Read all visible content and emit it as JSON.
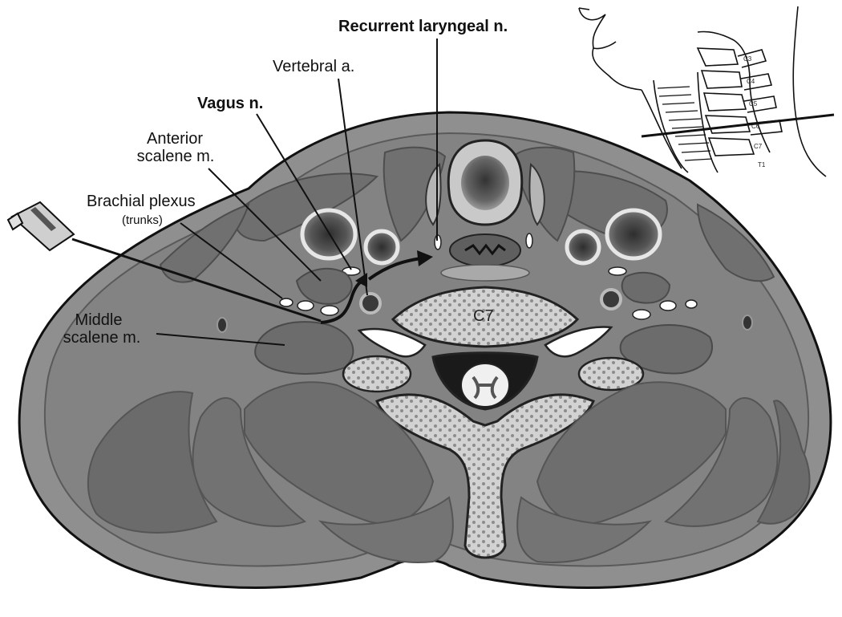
{
  "labels": {
    "recurrent_laryngeal": "Recurrent laryngeal n.",
    "vertebral_artery": "Vertebral a.",
    "vagus": "Vagus n.",
    "anterior_scalene_line1": "Anterior",
    "anterior_scalene_line2": "scalene m.",
    "brachial_plexus": "Brachial plexus",
    "brachial_plexus_sub": "(trunks)",
    "middle_scalene_line1": "Middle",
    "middle_scalene_line2": "scalene m.",
    "vertebra": "C7"
  },
  "inset_levels": [
    "C3",
    "C4",
    "C5",
    "C6",
    "C7",
    "T1"
  ],
  "colors": {
    "skin": "#8d8d8d",
    "muscle": "#6f6f6f",
    "bone": "#d4d4d4",
    "vessel": "#404040",
    "nerve": "#ffffff",
    "line": "#111111"
  }
}
